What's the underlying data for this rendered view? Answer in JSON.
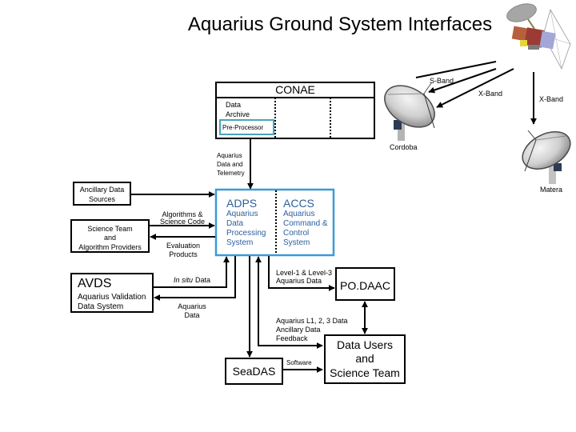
{
  "title": "Aquarius Ground System Interfaces",
  "colors": {
    "adps_border": "#3b9ad8",
    "adps_text": "#2a5f9e",
    "preprocessor_border": "#4aa3bd"
  },
  "nodes": {
    "conae": {
      "title": "CONAE",
      "data_archive": [
        "Data",
        "Archive"
      ],
      "pre_processor": "Pre-Processor"
    },
    "adps": {
      "title": "ADPS",
      "lines": [
        "Aquarius",
        "Data",
        "Processing",
        "System"
      ]
    },
    "accs": {
      "title": "ACCS",
      "lines": [
        "Aquarius",
        "Command &",
        "Control",
        "System"
      ]
    },
    "ancillary": {
      "lines": [
        "Ancillary Data",
        "Sources"
      ]
    },
    "science_team": {
      "lines": [
        "Science Team",
        "and",
        "Algorithm Providers"
      ]
    },
    "avds": {
      "title": "AVDS",
      "lines": [
        "Aquarius Validation",
        "Data System"
      ]
    },
    "podaac": {
      "title": "PO.DAAC"
    },
    "seadas": {
      "title": "SeaDAS"
    },
    "data_users": {
      "lines": [
        "Data Users",
        "and",
        "Science Team"
      ]
    }
  },
  "stations": {
    "cordoba": "Cordoba",
    "matera": "Matera"
  },
  "links": {
    "s_band": "S-Band",
    "x_band_cordoba": "X-Band",
    "x_band_matera": "X-Band",
    "telemetry": [
      "Aquarius",
      "Data and",
      "Telemetry"
    ],
    "algorithms": [
      "Algorithms &",
      "Science Code"
    ],
    "evaluation": [
      "Evaluation",
      "Products"
    ],
    "in_situ": {
      "italic": "In situ",
      "rest": "Data"
    },
    "aquarius_data": [
      "Aquarius",
      "Data"
    ],
    "level_data": [
      "Level-1 & Level-3",
      "Aquarius Data"
    ],
    "feedback": [
      "Aquarius L1, 2, 3 Data",
      "Ancillary Data",
      "Feedback"
    ],
    "software": "Software"
  }
}
